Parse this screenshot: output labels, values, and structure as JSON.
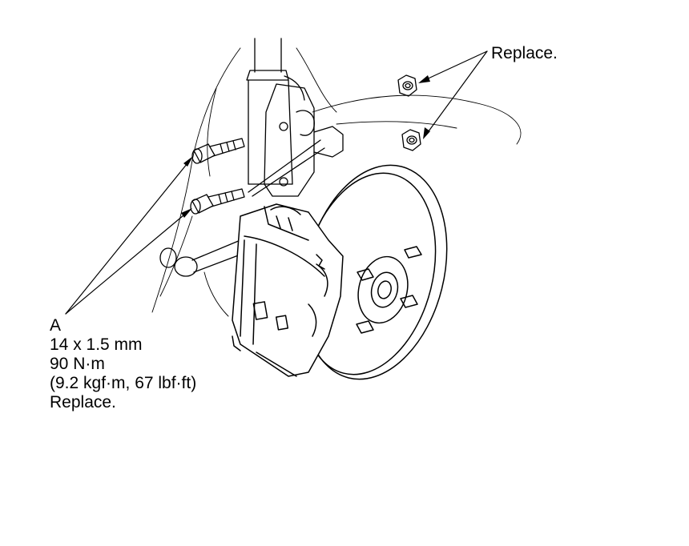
{
  "callouts": {
    "replace_nuts": "Replace.",
    "bolt_a": {
      "letter": "A",
      "size": "14 x 1.5 mm",
      "torque_nm": "90 N·m",
      "torque_alt": "(9.2 kgf·m, 67 lbf·ft)",
      "note": "Replace."
    }
  }
}
